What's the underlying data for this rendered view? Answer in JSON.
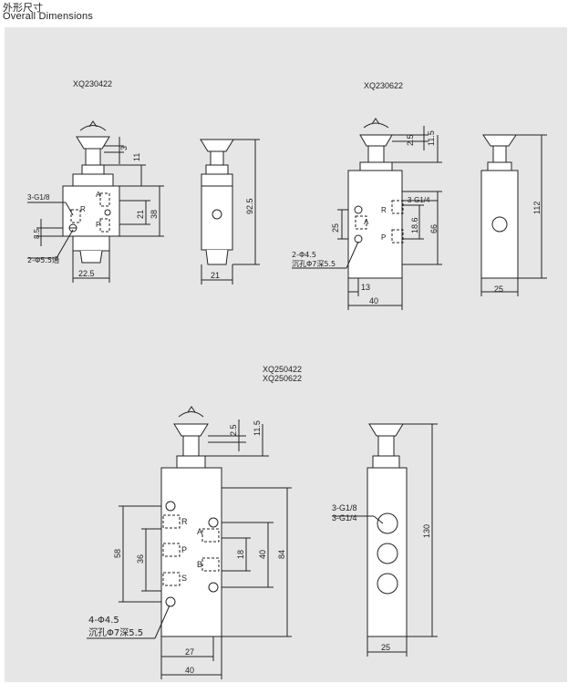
{
  "header": {
    "title_cn": "外形尺寸",
    "title_en": "Overall Dimensions"
  },
  "models": {
    "m1": "XQ230422",
    "m2": "XQ230622",
    "m3a": "XQ250422",
    "m3b": "XQ250622"
  },
  "dims": {
    "d1": {
      "top3": "3",
      "top11": "11",
      "d21": "21",
      "d38": "38",
      "d92": "92.5",
      "d85": "8.5",
      "d225": "22.5",
      "w21": "21",
      "port": "3-G1/8",
      "hole": "2-Φ5.5通"
    },
    "d2": {
      "top25": "2.5",
      "top115": "11.5",
      "d25": "25",
      "d186": "18.6",
      "d66": "66",
      "d112": "112",
      "d13": "13",
      "d40": "40",
      "w25": "25",
      "port": "3-G1/4",
      "hole1": "2-Φ4.5",
      "hole2": "沉孔Φ7深5.5"
    },
    "d3": {
      "top25": "2.5",
      "top115": "11.5",
      "d58": "58",
      "d36": "36",
      "d18": "18",
      "d40v": "40",
      "d84": "84",
      "d130": "130",
      "d27": "27",
      "d40": "40",
      "w25": "25",
      "hole1": "4-Φ4.5",
      "hole2": "沉孔Φ7深5.5",
      "port1": "3-G1/8",
      "port2": "3-G1/4"
    }
  },
  "ports": {
    "A": "A",
    "B": "B",
    "P": "P",
    "R": "R",
    "S": "S"
  }
}
